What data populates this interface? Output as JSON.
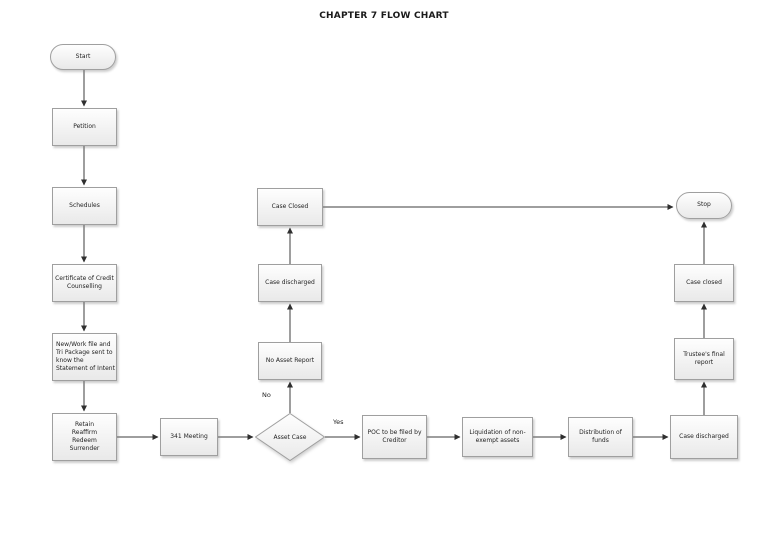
{
  "title": "CHAPTER 7 FLOW CHART",
  "nodes": {
    "start": {
      "label": "Start"
    },
    "petition": {
      "label": "Petition"
    },
    "schedules": {
      "label": "Schedules"
    },
    "certificate": {
      "label": "Certificate of Credit Counselling"
    },
    "new_work_file": {
      "label": "New/Work file and\nTri Package sent to\nknow the\nStatement of Intent"
    },
    "retain": {
      "label": "Retain\nReaffirm\nRedeem\nSurrender"
    },
    "meeting_341": {
      "label": "341 Meeting"
    },
    "asset_case": {
      "label": "Asset Case"
    },
    "no_asset_report": {
      "label": "No Asset Report"
    },
    "case_discharged_mid": {
      "label": "Case discharged"
    },
    "case_closed_mid": {
      "label": "Case Closed"
    },
    "poc": {
      "label": "POC to be filed by Creditor"
    },
    "liquidation": {
      "label": "Liquidation of non-exempt assets"
    },
    "distribution": {
      "label": "Distribution of funds"
    },
    "case_discharged_right": {
      "label": "Case discharged"
    },
    "trustees_final": {
      "label": "Trustee's final report"
    },
    "case_closed_right": {
      "label": "Case closed"
    },
    "stop": {
      "label": "Stop"
    }
  },
  "edge_labels": {
    "no": "No",
    "yes": "Yes"
  }
}
